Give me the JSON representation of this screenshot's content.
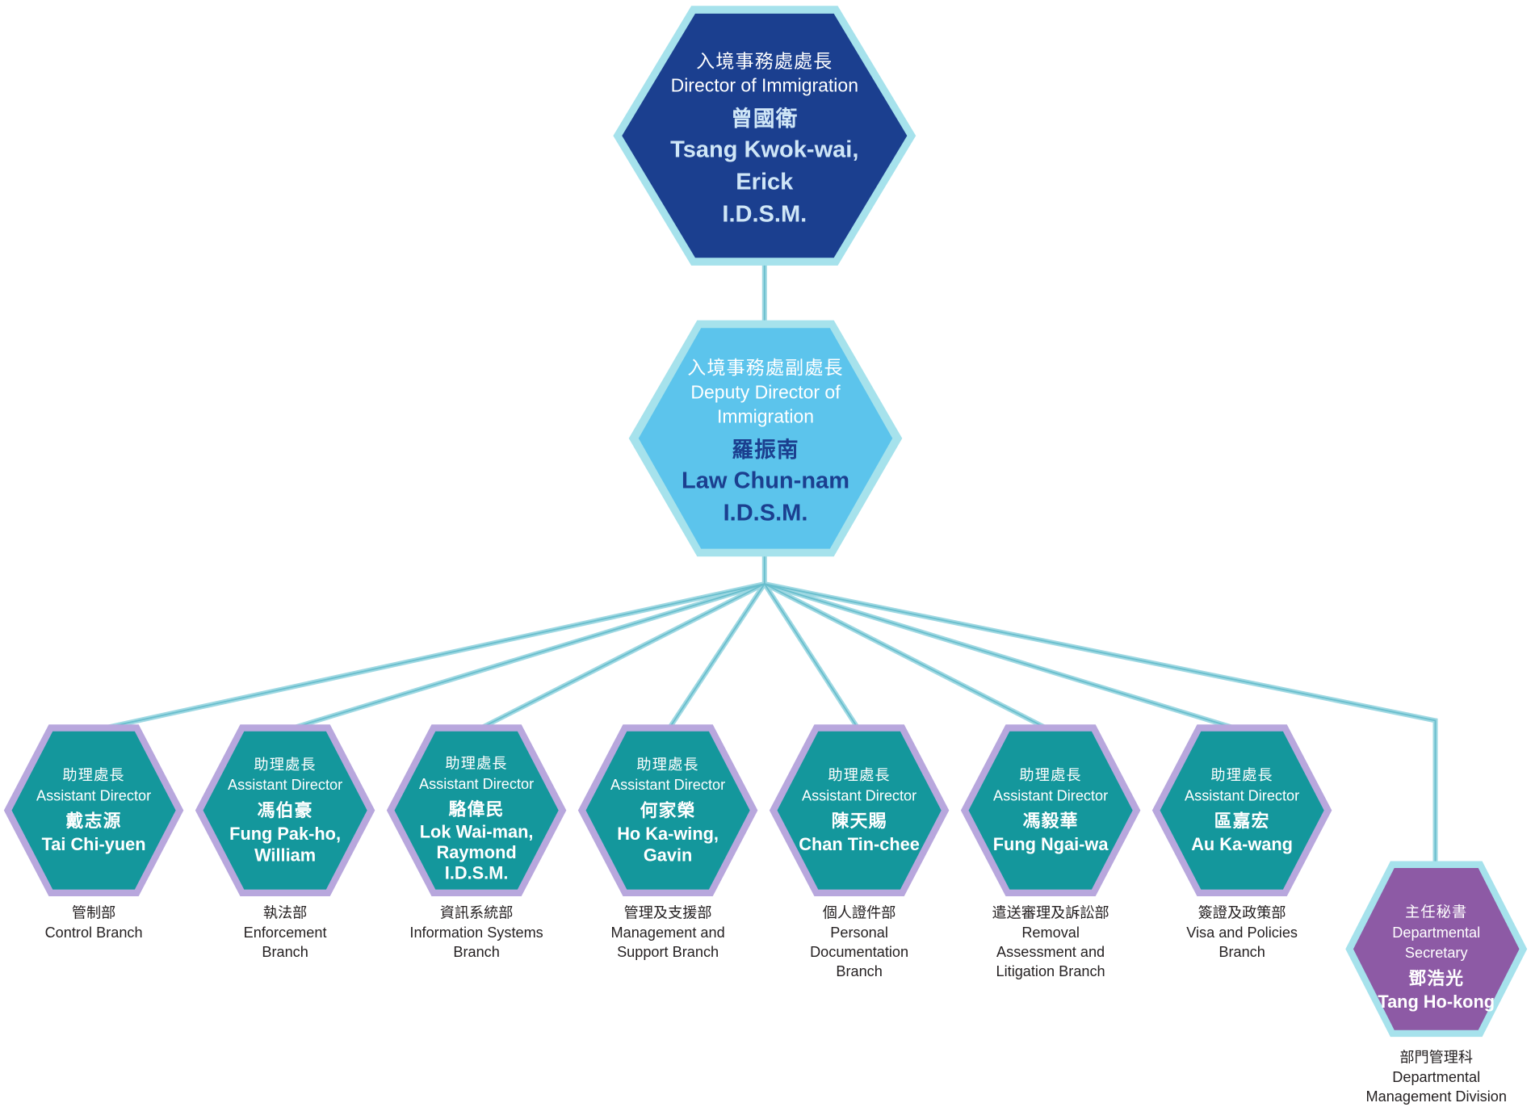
{
  "director": {
    "title_zh": "入境事務處處長",
    "title_en": "Director of Immigration",
    "name_zh": "曾國衛",
    "name_en_1": "Tsang Kwok-wai,",
    "name_en_2": "Erick",
    "honours": "I.D.S.M."
  },
  "deputy": {
    "title_zh": "入境事務處副處長",
    "title_en_1": "Deputy Director of",
    "title_en_2": "Immigration",
    "name_zh": "羅振南",
    "name_en": "Law Chun-nam",
    "honours": "I.D.S.M."
  },
  "assistant_directors": [
    {
      "title_zh": "助理處長",
      "title_en": "Assistant Director",
      "name_zh": "戴志源",
      "name_en": [
        "Tai Chi-yuen"
      ],
      "branch": [
        "管制部",
        "Control Branch"
      ]
    },
    {
      "title_zh": "助理處長",
      "title_en": "Assistant Director",
      "name_zh": "馮伯豪",
      "name_en": [
        "Fung Pak-ho,",
        "William"
      ],
      "branch": [
        "執法部",
        "Enforcement",
        "Branch"
      ]
    },
    {
      "title_zh": "助理處長",
      "title_en": "Assistant Director",
      "name_zh": "駱偉民",
      "name_en": [
        "Lok Wai-man,",
        "Raymond",
        "I.D.S.M."
      ],
      "branch": [
        "資訊系統部",
        "Information Systems",
        "Branch"
      ]
    },
    {
      "title_zh": "助理處長",
      "title_en": "Assistant Director",
      "name_zh": "何家榮",
      "name_en": [
        "Ho Ka-wing,",
        "Gavin"
      ],
      "branch": [
        "管理及支援部",
        "Management and",
        "Support Branch"
      ]
    },
    {
      "title_zh": "助理處長",
      "title_en": "Assistant Director",
      "name_zh": "陳天賜",
      "name_en": [
        "Chan Tin-chee"
      ],
      "branch": [
        "個人證件部",
        "Personal",
        "Documentation",
        "Branch"
      ]
    },
    {
      "title_zh": "助理處長",
      "title_en": "Assistant Director",
      "name_zh": "馮毅華",
      "name_en": [
        "Fung Ngai-wa"
      ],
      "branch": [
        "遣送審理及訴訟部",
        "Removal",
        "Assessment and",
        "Litigation Branch"
      ]
    },
    {
      "title_zh": "助理處長",
      "title_en": "Assistant Director",
      "name_zh": "區嘉宏",
      "name_en": [
        "Au Ka-wang"
      ],
      "branch": [
        "簽證及政策部",
        "Visa and Policies",
        "Branch"
      ]
    }
  ],
  "secretary": {
    "title_zh": "主任秘書",
    "title_en_1": "Departmental",
    "title_en_2": "Secretary",
    "name_zh": "鄧浩光",
    "name_en": "Tang Ho-kong",
    "division": [
      "部門管理科",
      "Departmental",
      "Management Division"
    ]
  },
  "colors": {
    "director_fill": "#1b3f8f",
    "director_text": "#ffffff",
    "director_name": "#cfe6f7",
    "deputy_fill": "#5cc4ec",
    "deputy_text": "#ffffff",
    "deputy_name": "#1b3f8f",
    "assistant_fill": "#14979c",
    "assistant_text": "#ffffff",
    "secretary_fill": "#8d5aa5",
    "glow": "#8fdde8",
    "connector": "#7ecfdc"
  }
}
